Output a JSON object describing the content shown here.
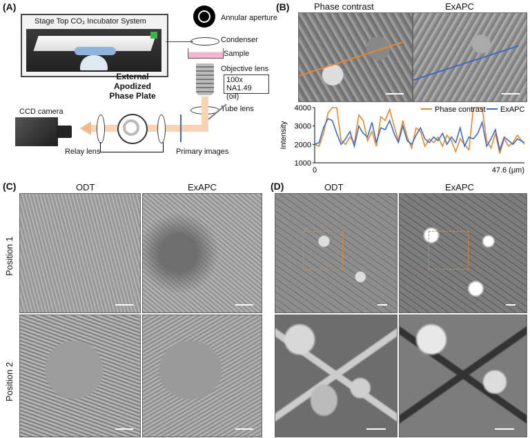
{
  "figure": {
    "panel_labels": {
      "a": "(A)",
      "b": "(B)",
      "c": "(C)",
      "d": "(D)"
    },
    "a": {
      "incubator_title": "Stage Top CO₂ Incubator System",
      "annular_aperture": "Annular aperture",
      "condenser": "Condenser",
      "sample": "Sample",
      "objective_lens": "Objective lens",
      "objective_spec_line1": "100x",
      "objective_spec_line2": "NA1.49 (oil)",
      "phase_plate_line1": "External",
      "phase_plate_line2": "Apodized",
      "phase_plate_line3": "Phase Plate",
      "tube_lens": "Tube lens",
      "ccd_camera": "CCD camera",
      "relay_lens": "Relay lens",
      "primary_images": "Primary images"
    },
    "b": {
      "left_title": "Phase contrast",
      "right_title": "ExAPC"
    },
    "c": {
      "col1": "ODT",
      "col2": "ExAPC",
      "row1": "Position 1",
      "row2": "Position 2"
    },
    "d": {
      "col1": "ODT",
      "col2": "ExAPC"
    }
  },
  "chart_data": {
    "type": "line",
    "ylabel": "Intensity",
    "xlim": [
      0,
      47.6
    ],
    "ylim": [
      1000,
      4000
    ],
    "x_tick_labels": [
      "0",
      "47.6 (μm)"
    ],
    "y_tick_labels": [
      "1000",
      "2000",
      "3000",
      "4000"
    ],
    "legend_position": "top-right",
    "colors": {
      "phase": "#e8872e",
      "exapc": "#3a6bc4"
    },
    "series": [
      {
        "name": "Phase contrast",
        "x": [
          0,
          1,
          2,
          3,
          4,
          5,
          6,
          7,
          8,
          9,
          10,
          11,
          12,
          13,
          14,
          15,
          16,
          17,
          18,
          19,
          20,
          21,
          22,
          23,
          24,
          25,
          26,
          27,
          28,
          29,
          30,
          31,
          32,
          33,
          34,
          35,
          36,
          37,
          38,
          39,
          40,
          41,
          42,
          43,
          44,
          45,
          46,
          47.6
        ],
        "values": [
          2000,
          1900,
          2600,
          3700,
          4000,
          4000,
          2200,
          2000,
          2400,
          2100,
          3600,
          3300,
          2200,
          2700,
          1900,
          3500,
          3300,
          3900,
          3000,
          2200,
          3300,
          2400,
          1800,
          2900,
          2700,
          1900,
          2300,
          2100,
          2400,
          1900,
          2500,
          2200,
          1600,
          2300,
          2000,
          1700,
          4000,
          4000,
          4000,
          2200,
          1800,
          2600,
          1500,
          2300,
          1900,
          2100,
          2500,
          2000
        ]
      },
      {
        "name": "ExAPC",
        "x": [
          0,
          1,
          2,
          3,
          4,
          5,
          6,
          7,
          8,
          9,
          10,
          11,
          12,
          13,
          14,
          15,
          16,
          17,
          18,
          19,
          20,
          21,
          22,
          23,
          24,
          25,
          26,
          27,
          28,
          29,
          30,
          31,
          32,
          33,
          34,
          35,
          36,
          37,
          38,
          39,
          40,
          41,
          42,
          43,
          44,
          45,
          46,
          47.6
        ],
        "values": [
          2000,
          2100,
          2900,
          3400,
          3300,
          2600,
          2000,
          2300,
          2700,
          1900,
          3000,
          2600,
          2400,
          3200,
          2100,
          2900,
          2800,
          3300,
          2600,
          2100,
          3000,
          2200,
          2000,
          2500,
          2900,
          2300,
          2100,
          2400,
          2200,
          2600,
          2000,
          2400,
          2100,
          2900,
          1900,
          2400,
          2300,
          2600,
          3200,
          1900,
          2300,
          2800,
          1700,
          2400,
          2200,
          2000,
          2300,
          2100
        ]
      }
    ]
  }
}
